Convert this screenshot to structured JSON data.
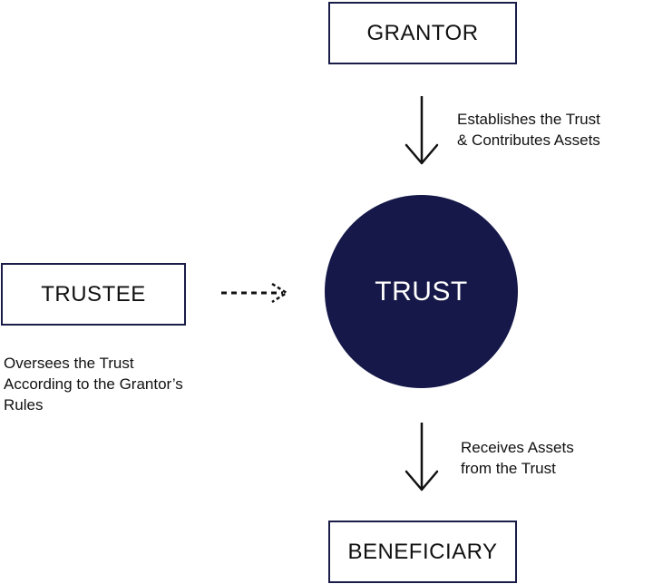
{
  "nodes": {
    "grantor": "GRANTOR",
    "trust": "TRUST",
    "trustee": "TRUSTEE",
    "beneficiary": "BENEFICIARY"
  },
  "captions": {
    "grantor_line1": "Establishes the Trust",
    "grantor_line2": "& Contributes Assets",
    "beneficiary_line1": "Receives Assets",
    "beneficiary_line2": "from the Trust",
    "trustee_line1": "Oversees the Trust",
    "trustee_line2": "According to the Grantor’s",
    "trustee_line3": "Rules"
  },
  "colors": {
    "trust_fill": "#151848",
    "box_border": "#1a1d48",
    "arrow": "#111111"
  }
}
